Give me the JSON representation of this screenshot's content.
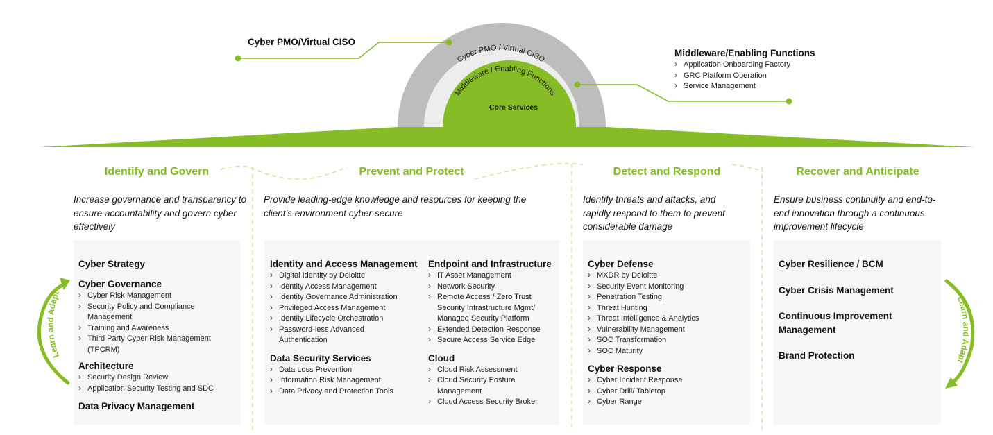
{
  "colors": {
    "accent_green": "#86bc25",
    "outer_ring_gray": "#bdbdbd",
    "middle_ring_light": "#ededed",
    "panel_bg": "#f6f6f6",
    "dashed_line": "#cfe3a6"
  },
  "rings": {
    "outer_label": "Cyber PMO / Virtual CISO",
    "middle_label": "Middleware / Enabling Functions",
    "core_label": "Core Services"
  },
  "callouts": {
    "left": {
      "title": "Cyber PMO/Virtual CISO"
    },
    "right": {
      "title": "Middleware/Enabling Functions",
      "items": [
        "Application Onboarding Factory",
        "GRC Platform Operation",
        "Service Management"
      ]
    }
  },
  "cycle_labels": {
    "left": "Learn and Adapt",
    "right": "Learn and Adapt"
  },
  "pillars": [
    {
      "title": "Identify and Govern",
      "description": "Increase governance and transparency to ensure accountability and govern cyber effectively",
      "categories": [
        {
          "name": "Cyber Strategy",
          "items": []
        },
        {
          "name": "Cyber Governance",
          "items": [
            "Cyber Risk Management",
            "Security Policy and Compliance Management",
            "Training and Awareness",
            "Third Party Cyber Risk Management (TPCRM)"
          ]
        },
        {
          "name": "Architecture",
          "items": [
            "Security Design Review",
            "Application Security Testing and SDC"
          ]
        },
        {
          "name": "Data Privacy Management",
          "items": []
        }
      ]
    },
    {
      "title": "Prevent and Protect",
      "description": "Provide leading-edge knowledge and resources for keeping the client’s environment cyber-secure",
      "categories": [
        {
          "name": "Identity and Access Management",
          "items": [
            "Digital Identity by Deloitte",
            "Identity Access Management",
            "Identity Governance Administration",
            "Privileged Access Management",
            "Identity Lifecycle Orchestration",
            "Password-less Advanced Authentication"
          ]
        },
        {
          "name": "Data Security Services",
          "items": [
            "Data Loss Prevention",
            "Information Risk Management",
            "Data Privacy and Protection Tools"
          ]
        },
        {
          "name": "Endpoint and Infrastructure",
          "items": [
            "IT Asset Management",
            "Network Security",
            "Remote Access / Zero Trust Security Infrastructure Mgmt/ Managed Security Platform",
            "Extended Detection Response",
            "Secure Access Service Edge"
          ]
        },
        {
          "name": "Cloud",
          "items": [
            "Cloud Risk Assessment",
            "Cloud Security Posture Management",
            "Cloud Access Security Broker"
          ]
        }
      ]
    },
    {
      "title": "Detect and Respond",
      "description": "Identify threats and attacks, and rapidly respond to them to prevent considerable damage",
      "categories": [
        {
          "name": "Cyber Defense",
          "items": [
            "MXDR by Deloitte",
            "Security Event Monitoring",
            "Penetration Testing",
            "Threat Hunting",
            "Threat Intelligence & Analytics",
            "Vulnerability Management",
            "SOC Transformation",
            "SOC Maturity"
          ]
        },
        {
          "name": "Cyber Response",
          "items": [
            "Cyber Incident Response",
            "Cyber Drill/ Tabletop",
            "Cyber Range"
          ]
        }
      ]
    },
    {
      "title": "Recover and Anticipate",
      "description": "Ensure business continuity and end-to-end innovation through a continuous improvement lifecycle",
      "categories": [
        {
          "name": "Cyber Resilience / BCM",
          "items": []
        },
        {
          "name": "Cyber Crisis Management",
          "items": []
        },
        {
          "name": "Continuous Improvement Management",
          "items": []
        },
        {
          "name": "Brand Protection",
          "items": []
        }
      ]
    }
  ]
}
